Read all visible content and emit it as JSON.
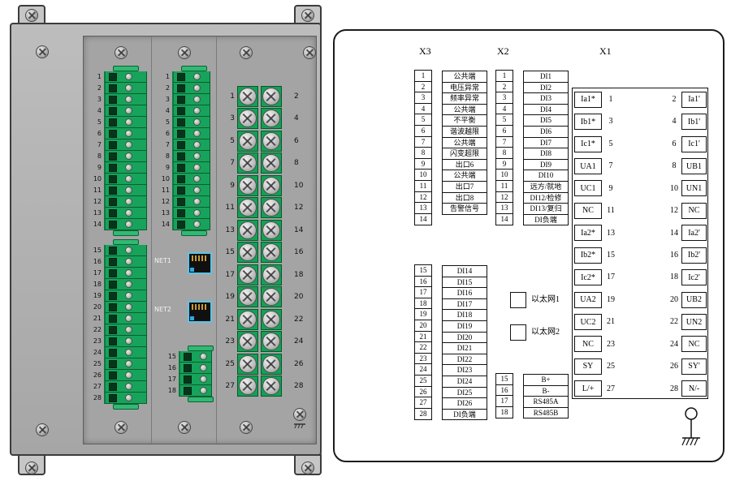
{
  "colors": {
    "connector_green": "#14a055",
    "rj45_blue": "#5bc4e8",
    "panel_gray": "#a8a8a8",
    "line_black": "#111111"
  },
  "icons": {
    "screw": "crosshead-screw",
    "ground": "earth-ground-symbol",
    "rj45": "ethernet-port"
  },
  "device": {
    "left_module": {
      "top_numbers": [
        "1",
        "2",
        "3",
        "4",
        "5",
        "6",
        "7",
        "8",
        "9",
        "10",
        "11",
        "12",
        "13",
        "14"
      ],
      "bottom_numbers": [
        "15",
        "16",
        "17",
        "18",
        "19",
        "20",
        "21",
        "22",
        "23",
        "24",
        "25",
        "26",
        "27",
        "28"
      ]
    },
    "mid_module": {
      "top_numbers": [
        "1",
        "2",
        "3",
        "4",
        "5",
        "6",
        "7",
        "8",
        "9",
        "10",
        "11",
        "12",
        "13",
        "14"
      ],
      "net1_label": "NET1",
      "net2_label": "NET2",
      "bottom_numbers": [
        "15",
        "16",
        "17",
        "18"
      ]
    },
    "right_module": {
      "rows": [
        [
          "1",
          "2"
        ],
        [
          "3",
          "4"
        ],
        [
          "5",
          "6"
        ],
        [
          "7",
          "8"
        ],
        [
          "9",
          "10"
        ],
        [
          "11",
          "12"
        ],
        [
          "13",
          "14"
        ],
        [
          "15",
          "16"
        ],
        [
          "17",
          "18"
        ],
        [
          "19",
          "20"
        ],
        [
          "21",
          "22"
        ],
        [
          "23",
          "24"
        ],
        [
          "25",
          "26"
        ],
        [
          "27",
          "28"
        ]
      ]
    }
  },
  "diagram": {
    "x3": {
      "title": "X3",
      "rows": [
        {
          "n": "1",
          "label": "公共端"
        },
        {
          "n": "2",
          "label": "电压异常"
        },
        {
          "n": "3",
          "label": "频率异常"
        },
        {
          "n": "4",
          "label": "公共端"
        },
        {
          "n": "5",
          "label": "不平衡"
        },
        {
          "n": "6",
          "label": "谐波越限"
        },
        {
          "n": "7",
          "label": "公共端"
        },
        {
          "n": "8",
          "label": "闪变超限"
        },
        {
          "n": "9",
          "label": "出口6"
        },
        {
          "n": "10",
          "label": "公共端"
        },
        {
          "n": "11",
          "label": "出口7"
        },
        {
          "n": "12",
          "label": "出口8"
        },
        {
          "n": "13",
          "label": "告警信号"
        },
        {
          "n": "14",
          "label": ""
        }
      ]
    },
    "x2": {
      "title": "X2",
      "rows": [
        {
          "n": "1",
          "label": "DI1"
        },
        {
          "n": "2",
          "label": "DI2"
        },
        {
          "n": "3",
          "label": "DI3"
        },
        {
          "n": "4",
          "label": "DI4"
        },
        {
          "n": "5",
          "label": "DI5"
        },
        {
          "n": "6",
          "label": "DI6"
        },
        {
          "n": "7",
          "label": "DI7"
        },
        {
          "n": "8",
          "label": "DI8"
        },
        {
          "n": "9",
          "label": "DI9"
        },
        {
          "n": "10",
          "label": "DI10"
        },
        {
          "n": "11",
          "label": "远方/就地"
        },
        {
          "n": "12",
          "label": "DI12/检修"
        },
        {
          "n": "13",
          "label": "DI13/复归"
        },
        {
          "n": "14",
          "label": "DI负端"
        }
      ]
    },
    "x3_lower": {
      "rows": [
        {
          "n": "15",
          "label": "DI14"
        },
        {
          "n": "16",
          "label": "DI15"
        },
        {
          "n": "17",
          "label": "DI16"
        },
        {
          "n": "18",
          "label": "DI17"
        },
        {
          "n": "19",
          "label": "DI18"
        },
        {
          "n": "20",
          "label": "DI19"
        },
        {
          "n": "21",
          "label": "DI20"
        },
        {
          "n": "22",
          "label": "DI21"
        },
        {
          "n": "23",
          "label": "DI22"
        },
        {
          "n": "24",
          "label": "DI23"
        },
        {
          "n": "25",
          "label": "DI24"
        },
        {
          "n": "26",
          "label": "DI25"
        },
        {
          "n": "27",
          "label": "DI26"
        },
        {
          "n": "28",
          "label": "DI负端"
        }
      ]
    },
    "ethernet": {
      "items": [
        "以太网1",
        "以太网2"
      ]
    },
    "x2_lower": {
      "rows": [
        {
          "n": "15",
          "label": "B+"
        },
        {
          "n": "16",
          "label": "B-"
        },
        {
          "n": "17",
          "label": "RS485A"
        },
        {
          "n": "18",
          "label": "RS485B"
        }
      ]
    },
    "x1": {
      "title": "X1",
      "rows": [
        {
          "left_label": "Ia1*",
          "left_n": "1",
          "right_n": "2",
          "right_label": "Ia1'"
        },
        {
          "left_label": "Ib1*",
          "left_n": "3",
          "right_n": "4",
          "right_label": "Ib1'"
        },
        {
          "left_label": "Ic1*",
          "left_n": "5",
          "right_n": "6",
          "right_label": "Ic1'"
        },
        {
          "left_label": "UA1",
          "left_n": "7",
          "right_n": "8",
          "right_label": "UB1"
        },
        {
          "left_label": "UC1",
          "left_n": "9",
          "right_n": "10",
          "right_label": "UN1"
        },
        {
          "left_label": "NC",
          "left_n": "11",
          "right_n": "12",
          "right_label": "NC"
        },
        {
          "left_label": "Ia2*",
          "left_n": "13",
          "right_n": "14",
          "right_label": "Ia2'"
        },
        {
          "left_label": "Ib2*",
          "left_n": "15",
          "right_n": "16",
          "right_label": "Ib2'"
        },
        {
          "left_label": "Ic2*",
          "left_n": "17",
          "right_n": "18",
          "right_label": "Ic2'"
        },
        {
          "left_label": "UA2",
          "left_n": "19",
          "right_n": "20",
          "right_label": "UB2"
        },
        {
          "left_label": "UC2",
          "left_n": "21",
          "right_n": "22",
          "right_label": "UN2"
        },
        {
          "left_label": "NC",
          "left_n": "23",
          "right_n": "24",
          "right_label": "NC"
        },
        {
          "left_label": "SY",
          "left_n": "25",
          "right_n": "26",
          "right_label": "SY'"
        },
        {
          "left_label": "L/+",
          "left_n": "27",
          "right_n": "28",
          "right_label": "N/-"
        }
      ]
    }
  }
}
